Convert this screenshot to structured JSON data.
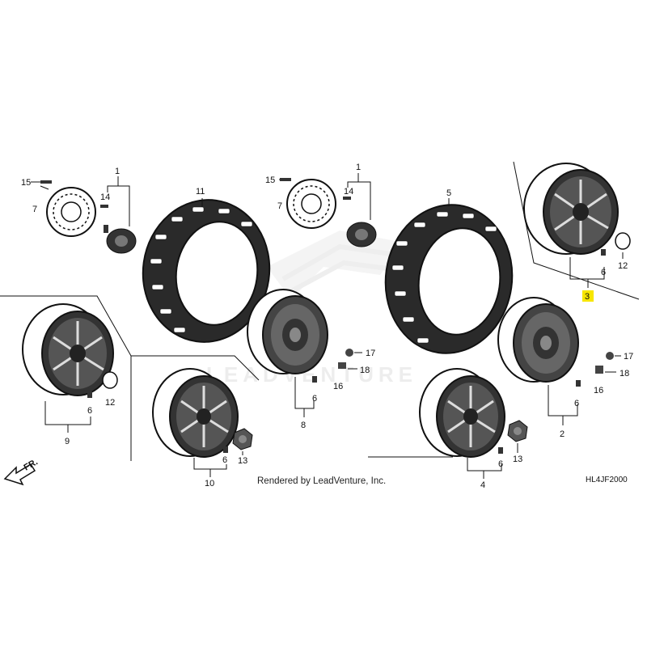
{
  "diagram": {
    "part_numbers": {
      "p1": "1",
      "p2": "2",
      "p3": "3",
      "p4": "4",
      "p5": "5",
      "p6": "6",
      "p7": "7",
      "p8": "8",
      "p9": "9",
      "p10": "10",
      "p11": "11",
      "p12": "12",
      "p13": "13",
      "p14": "14",
      "p15": "15",
      "p16": "16",
      "p17": "17",
      "p18": "18"
    },
    "highlighted_part": "3",
    "credit": "Rendered by LeadVenture, Inc.",
    "diagram_code": "HL4JF2000",
    "watermark": "LEADVENTURE",
    "direction_label": "FR.",
    "highlight_color": "#f7e600"
  }
}
